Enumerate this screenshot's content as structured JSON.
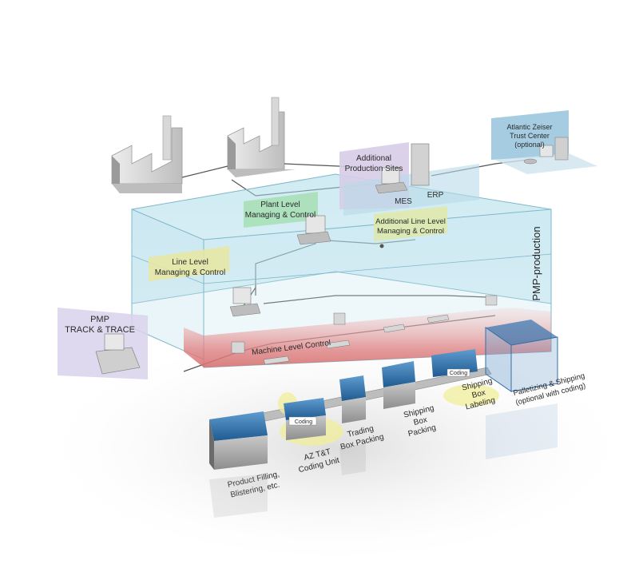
{
  "labels": {
    "pmp_production": "PMP-production",
    "track_trace_1": "PMP",
    "track_trace_2": "TRACK & TRACE",
    "plant_level_1": "Plant Level",
    "plant_level_2": "Managing & Control",
    "line_level_1": "Line Level",
    "line_level_2": "Managing & Control",
    "additional_line_1": "Additional Line Level",
    "additional_line_2": "Managing & Control",
    "additional_sites_1": "Additional",
    "additional_sites_2": "Production Sites",
    "mes": "MES",
    "erp": "ERP",
    "trust_center_1": "Atlantic Zeiser",
    "trust_center_2": "Trust Center",
    "trust_center_3": "(optional)",
    "machine_level": "Machine Level Control",
    "product_filling_1": "Product Filling,",
    "product_filling_2": "Blistering, etc.",
    "az_coding_1": "AZ T&T",
    "az_coding_2": "Coding Unit",
    "trading_box_1": "Trading",
    "trading_box_2": "Box Packing",
    "shipping_box_1": "Shipping",
    "shipping_box_2": "Box",
    "shipping_box_3": "Packing",
    "shipping_label_1": "Shipping",
    "shipping_label_2": "Box",
    "shipping_label_3": "Labeling",
    "palletizing_1": "Palletizing & Shipping",
    "palletizing_2": "(optional with coding)",
    "coding_tag_1": "Coding",
    "coding_tag_2": "Coding"
  },
  "colors": {
    "production_box": "#bfe3ee",
    "plant_panel": "#a8e0b8",
    "line_panel": "#e9e7a0",
    "additional_line_panel": "#dfe9a8",
    "sites_panel": "#d7cde8",
    "track_panel": "#d9d2ec",
    "trust_panel": "#9cc7df",
    "machine_band": "#e58c8c",
    "machine_blue": "#2f6fa8",
    "yellow_glow": "#f1ef9a"
  }
}
